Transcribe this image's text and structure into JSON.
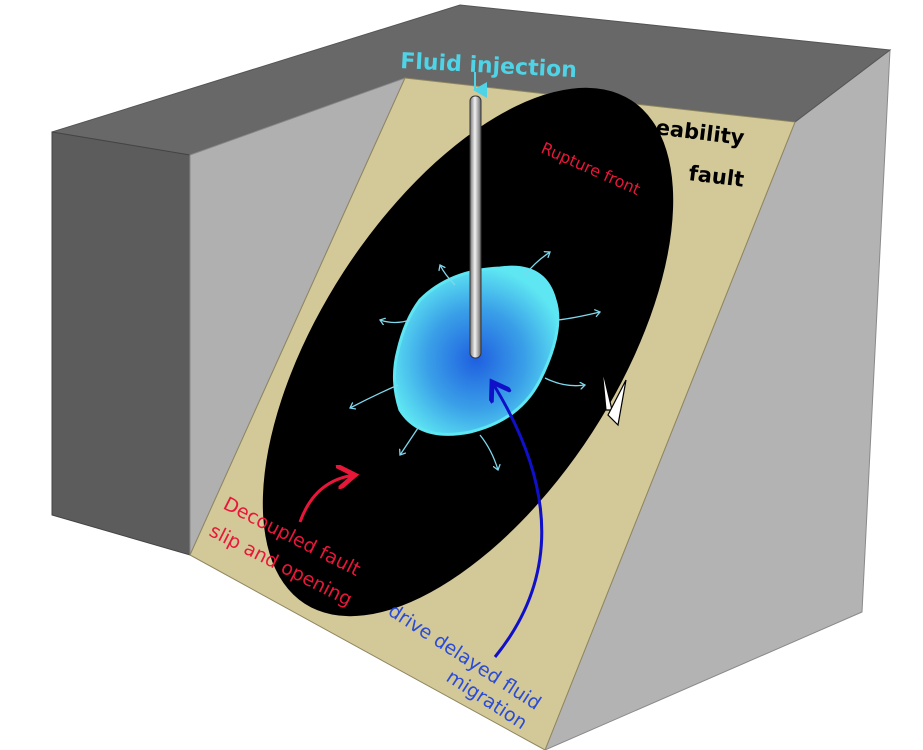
{
  "labels": {
    "fluid_injection": "Fluid injection",
    "low_perm_line1": "Low permeability",
    "low_perm_line2": "fault",
    "rupture_front": "Rupture front",
    "decoupled_line1": "Decoupled fault",
    "decoupled_line2": "slip and opening",
    "drive_line1": "drive delayed fluid",
    "drive_line2": "migration"
  },
  "colors": {
    "fluid": "#4fd3e6",
    "rupture": "#e8173a",
    "drive": "#2a4bd6",
    "fault_plane": "#d3c898",
    "slip_patch": "#000000",
    "block_top": "#666666",
    "block_side": "#b3b3b3"
  }
}
